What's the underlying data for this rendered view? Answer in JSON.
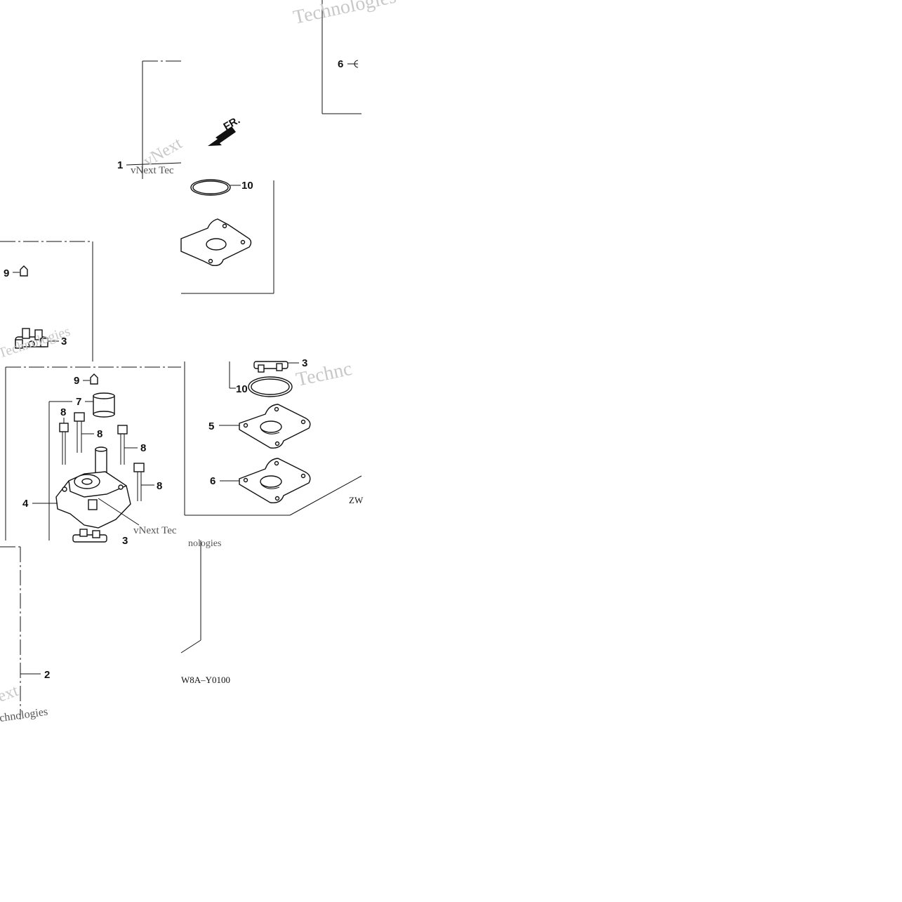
{
  "diagram": {
    "callouts": {
      "c1": "1",
      "c2": "2",
      "c3a": "3",
      "c3b": "3",
      "c3c": "3",
      "c4": "4",
      "c5": "5",
      "c6a": "6",
      "c6b": "6",
      "c7": "7",
      "c8a": "8",
      "c8b": "8",
      "c8c": "8",
      "c8d": "8",
      "c9a": "9",
      "c9b": "9",
      "c10a": "10",
      "c10b": "10"
    },
    "front_arrow": "FR.",
    "drawing_codes": {
      "right": "ZW",
      "bottom": "W8A–Y0100"
    },
    "watermarks": {
      "w1": "Technologies",
      "w2": "vNext Tec",
      "w3": "Technc",
      "w4": "vNext Tec",
      "w5": "nologies",
      "w6": "ext",
      "w7": "chnologies",
      "w8": "vNext",
      "w9": "Technologies"
    }
  }
}
